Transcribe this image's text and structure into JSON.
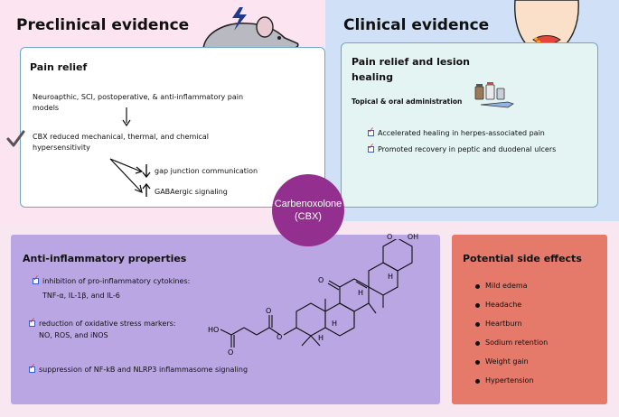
{
  "preclinical": {
    "title": "Preclinical evidence",
    "subtitle": "Pain relief",
    "models": "Neuroapthic, SCI, postoperative, & anti-inflammatory pain models",
    "result": "CBX reduced mechanical, thermal, and chemical hypersensitivity",
    "mechanisms": [
      "gap junction communication",
      "GABAergic signaling"
    ]
  },
  "clinical": {
    "title": "Clinical evidence",
    "subtitle": "Pain relief and lesion healing",
    "admin": "Topical & oral administration",
    "items": [
      "Accelerated healing in herpes-associated pain",
      "Promoted recovery in peptic and duodenal ulcers"
    ]
  },
  "center": {
    "line1": "Carbenoxolone",
    "line2": "(CBX)"
  },
  "anti_inflammatory": {
    "title": "Anti-inflammatory properties",
    "items": [
      {
        "head": "inhibition of pro-inflammatory cytokines:",
        "detail": "TNF-α, IL-1β, and IL-6"
      },
      {
        "head": "reduction of oxidative stress markers:",
        "detail": "NO, ROS, and iNOS"
      },
      {
        "head": "suppression of NF-kB and NLRP3 inflammasome signaling",
        "detail": ""
      }
    ],
    "molecule_labels": {
      "oh": "OH",
      "ho": "HO",
      "o": "O",
      "h": "H"
    }
  },
  "side_effects": {
    "title": "Potential side effects",
    "items": [
      "Mild edema",
      "Headache",
      "Heartburn",
      "Sodium retention",
      "Weight gain",
      "Hypertension"
    ]
  },
  "colors": {
    "center": "#922f8f",
    "anti": "#b9a6e3",
    "side": "#e5796a",
    "check": "#d6312b"
  }
}
